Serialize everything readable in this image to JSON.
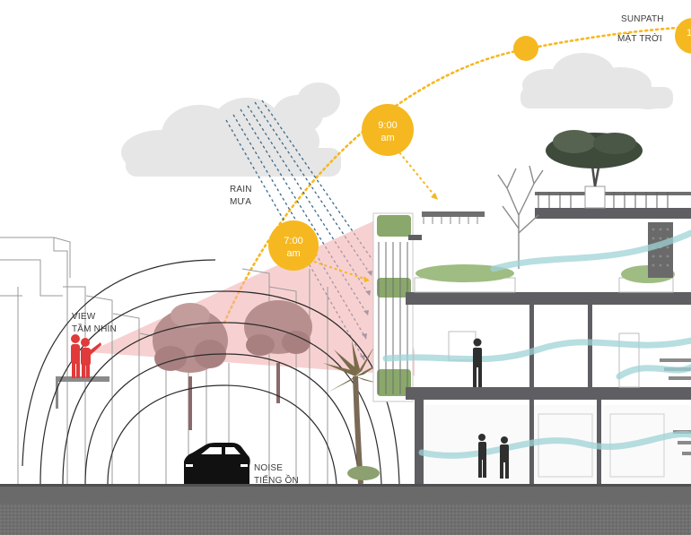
{
  "labels": {
    "sunpath_en": "SUNPATH",
    "sunpath_vi": "MẶT TRỜI",
    "rain_en": "RAIN",
    "rain_vi": "MƯA",
    "view_en": "VIEW",
    "view_vi": "TẦM NHÌN",
    "noise_en": "NOISE",
    "noise_vi": "TIẾNG ỒN"
  },
  "sun_times": {
    "t1_time": "7:00",
    "t1_unit": "am",
    "t2_time": "9:00",
    "t2_unit": "am",
    "t3_time": "1"
  },
  "colors": {
    "sun": "#f6b820",
    "view_cone": "#f2b3b3",
    "rain": "#3d6b8c",
    "wind": "#9fd3d6",
    "structure": "#5f5f63",
    "ground": "#757575",
    "person_view": "#e03a3a"
  }
}
